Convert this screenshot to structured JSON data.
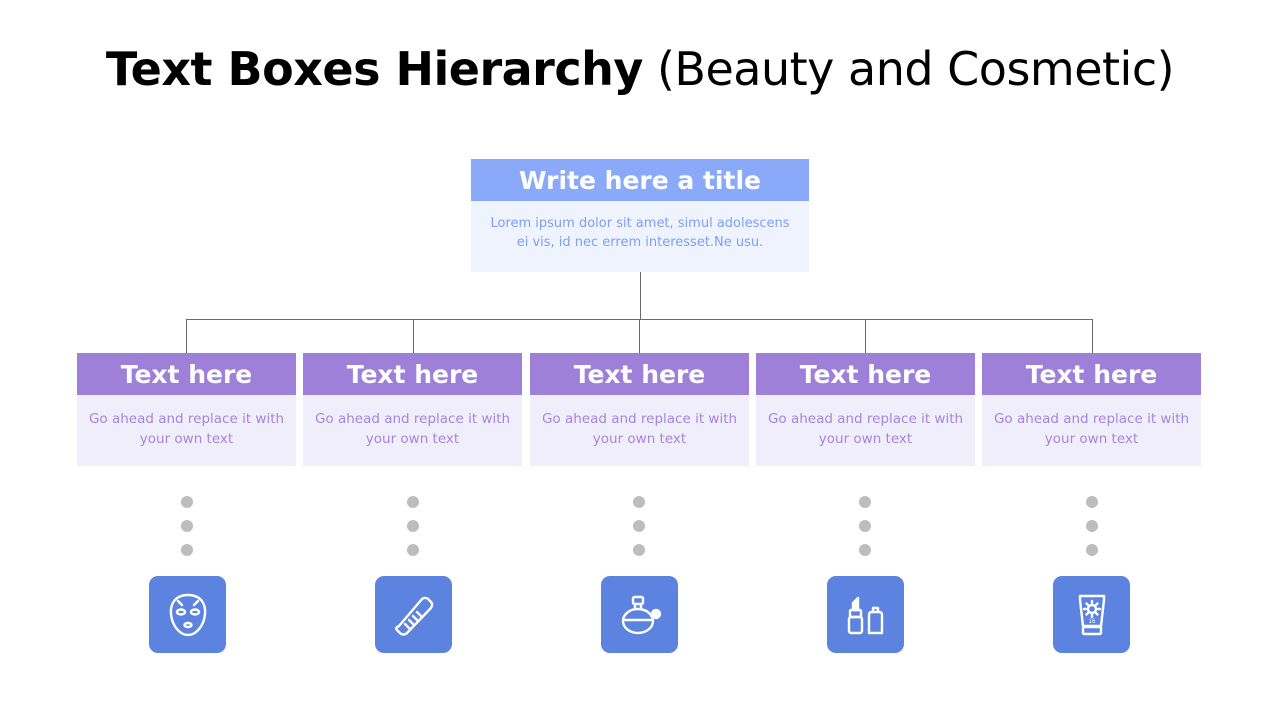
{
  "title": {
    "bold": "Text Boxes Hierarchy",
    "normal": "(Beauty and Cosmetic)"
  },
  "root": {
    "title": "Write here a title",
    "body": "Lorem ipsum dolor sit amet, simul adolescens ei vis, id nec errem interesset.Ne usu."
  },
  "children": [
    {
      "title": "Text here",
      "body": "Go ahead and replace it with your own text",
      "icon": "face-mask-icon"
    },
    {
      "title": "Text here",
      "body": "Go ahead and replace it with your own text",
      "icon": "hair-straightener-icon"
    },
    {
      "title": "Text here",
      "body": "Go ahead and replace it with your own text",
      "icon": "perfume-bottle-icon"
    },
    {
      "title": "Text here",
      "body": "Go ahead and replace it with your own text",
      "icon": "lipstick-icon"
    },
    {
      "title": "Text here",
      "body": "Go ahead and replace it with your own text",
      "icon": "sunscreen-icon"
    }
  ],
  "sunscreen_label": "16",
  "colors": {
    "root_header": "#8aaaf9",
    "root_body": "#eef3fe",
    "child_header": "#9e80d9",
    "child_body": "#f0eefa",
    "icon_tile": "#5b83df",
    "dots": "#bdbdbd"
  }
}
